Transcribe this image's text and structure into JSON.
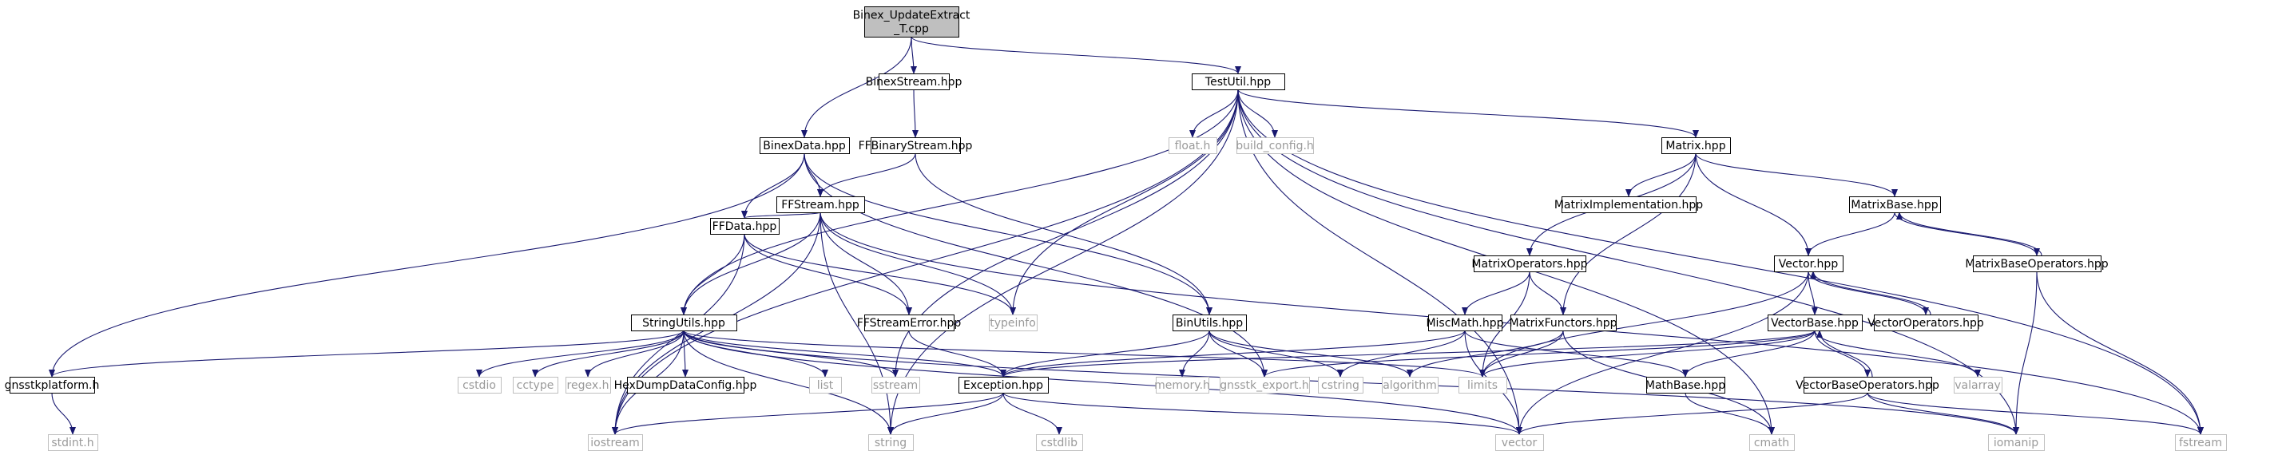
{
  "diagram": {
    "colors": {
      "edge": "#191970",
      "root_fill": "#bfbfbf",
      "node_border": "#000000",
      "system_border": "#bfbfbf",
      "system_text": "#9a9a9a"
    },
    "nodes": [
      {
        "id": "root",
        "label": [
          "Binex_UpdateExtract",
          "_T.cpp"
        ],
        "kind": "root"
      },
      {
        "id": "binexstream",
        "label": [
          "BinexStream.hpp"
        ],
        "kind": "local"
      },
      {
        "id": "testutil",
        "label": [
          "TestUtil.hpp"
        ],
        "kind": "local"
      },
      {
        "id": "binexdata",
        "label": [
          "BinexData.hpp"
        ],
        "kind": "local"
      },
      {
        "id": "ffbinarystream",
        "label": [
          "FFBinaryStream.hpp"
        ],
        "kind": "local"
      },
      {
        "id": "ffstream",
        "label": [
          "FFStream.hpp"
        ],
        "kind": "local"
      },
      {
        "id": "ffdata",
        "label": [
          "FFData.hpp"
        ],
        "kind": "local"
      },
      {
        "id": "stringutils",
        "label": [
          "StringUtils.hpp"
        ],
        "kind": "local"
      },
      {
        "id": "ffstreamerror",
        "label": [
          "FFStreamError.hpp"
        ],
        "kind": "local"
      },
      {
        "id": "typeinfo",
        "label": [
          "typeinfo"
        ],
        "kind": "system"
      },
      {
        "id": "binutils",
        "label": [
          "BinUtils.hpp"
        ],
        "kind": "local"
      },
      {
        "id": "float",
        "label": [
          "float.h"
        ],
        "kind": "system"
      },
      {
        "id": "buildconfig",
        "label": [
          "build_config.h"
        ],
        "kind": "system"
      },
      {
        "id": "matrix",
        "label": [
          "Matrix.hpp"
        ],
        "kind": "local"
      },
      {
        "id": "matriximpl",
        "label": [
          "MatrixImplementation.hpp"
        ],
        "kind": "local"
      },
      {
        "id": "matrixbase",
        "label": [
          "MatrixBase.hpp"
        ],
        "kind": "local"
      },
      {
        "id": "matrixops",
        "label": [
          "MatrixOperators.hpp"
        ],
        "kind": "local"
      },
      {
        "id": "vector",
        "label": [
          "Vector.hpp"
        ],
        "kind": "local"
      },
      {
        "id": "matrixbaseops",
        "label": [
          "MatrixBaseOperators.hpp"
        ],
        "kind": "local"
      },
      {
        "id": "miscmath",
        "label": [
          "MiscMath.hpp"
        ],
        "kind": "local"
      },
      {
        "id": "matrixfunctors",
        "label": [
          "MatrixFunctors.hpp"
        ],
        "kind": "local"
      },
      {
        "id": "vectorbase",
        "label": [
          "VectorBase.hpp"
        ],
        "kind": "local"
      },
      {
        "id": "vectorops",
        "label": [
          "VectorOperators.hpp"
        ],
        "kind": "local"
      },
      {
        "id": "gnsstkplatform",
        "label": [
          "gnsstkplatform.h"
        ],
        "kind": "local"
      },
      {
        "id": "cstdio",
        "label": [
          "cstdio"
        ],
        "kind": "system"
      },
      {
        "id": "cctype",
        "label": [
          "cctype"
        ],
        "kind": "system"
      },
      {
        "id": "regex",
        "label": [
          "regex.h"
        ],
        "kind": "system"
      },
      {
        "id": "hexdump",
        "label": [
          "HexDumpDataConfig.hpp"
        ],
        "kind": "local"
      },
      {
        "id": "list",
        "label": [
          "list"
        ],
        "kind": "system"
      },
      {
        "id": "sstream",
        "label": [
          "sstream"
        ],
        "kind": "system"
      },
      {
        "id": "exception",
        "label": [
          "Exception.hpp"
        ],
        "kind": "local"
      },
      {
        "id": "memory",
        "label": [
          "memory.h"
        ],
        "kind": "system"
      },
      {
        "id": "gnsstkexport",
        "label": [
          "gnsstk_export.h"
        ],
        "kind": "system"
      },
      {
        "id": "cstring",
        "label": [
          "cstring"
        ],
        "kind": "system"
      },
      {
        "id": "algorithm",
        "label": [
          "algorithm"
        ],
        "kind": "system"
      },
      {
        "id": "limits",
        "label": [
          "limits"
        ],
        "kind": "system"
      },
      {
        "id": "mathbase",
        "label": [
          "MathBase.hpp"
        ],
        "kind": "local"
      },
      {
        "id": "vectorbaseops",
        "label": [
          "VectorBaseOperators.hpp"
        ],
        "kind": "local"
      },
      {
        "id": "valarray",
        "label": [
          "valarray"
        ],
        "kind": "system"
      },
      {
        "id": "stdint",
        "label": [
          "stdint.h"
        ],
        "kind": "system"
      },
      {
        "id": "iostream",
        "label": [
          "iostream"
        ],
        "kind": "system"
      },
      {
        "id": "string",
        "label": [
          "string"
        ],
        "kind": "system"
      },
      {
        "id": "cstdlib",
        "label": [
          "cstdlib"
        ],
        "kind": "system"
      },
      {
        "id": "vectorstd",
        "label": [
          "vector"
        ],
        "kind": "system"
      },
      {
        "id": "cmath",
        "label": [
          "cmath"
        ],
        "kind": "system"
      },
      {
        "id": "iomanip",
        "label": [
          "iomanip"
        ],
        "kind": "system"
      },
      {
        "id": "fstream",
        "label": [
          "fstream"
        ],
        "kind": "system"
      }
    ],
    "edges": [
      [
        "root",
        "binexstream"
      ],
      [
        "root",
        "testutil"
      ],
      [
        "root",
        "binexdata"
      ],
      [
        "binexstream",
        "ffbinarystream"
      ],
      [
        "ffbinarystream",
        "ffstream"
      ],
      [
        "ffbinarystream",
        "binutils"
      ],
      [
        "binexdata",
        "ffstream"
      ],
      [
        "binexdata",
        "ffdata"
      ],
      [
        "binexdata",
        "binutils"
      ],
      [
        "binexdata",
        "gnsstkplatform"
      ],
      [
        "binexdata",
        "gnsstkexport"
      ],
      [
        "testutil",
        "stringutils"
      ],
      [
        "testutil",
        "typeinfo"
      ],
      [
        "testutil",
        "float"
      ],
      [
        "testutil",
        "buildconfig"
      ],
      [
        "testutil",
        "matrix"
      ],
      [
        "testutil",
        "iostream"
      ],
      [
        "testutil",
        "sstream"
      ],
      [
        "testutil",
        "string"
      ],
      [
        "testutil",
        "vectorstd"
      ],
      [
        "testutil",
        "cmath"
      ],
      [
        "testutil",
        "iomanip"
      ],
      [
        "testutil",
        "fstream"
      ],
      [
        "ffstream",
        "ffdata"
      ],
      [
        "ffstream",
        "stringutils"
      ],
      [
        "ffstream",
        "ffstreamerror"
      ],
      [
        "ffstream",
        "typeinfo"
      ],
      [
        "ffstream",
        "iostream"
      ],
      [
        "ffstream",
        "string"
      ],
      [
        "ffstream",
        "fstream"
      ],
      [
        "ffdata",
        "stringutils"
      ],
      [
        "ffdata",
        "ffstreamerror"
      ],
      [
        "ffdata",
        "typeinfo"
      ],
      [
        "ffdata",
        "iostream"
      ],
      [
        "ffstreamerror",
        "exception"
      ],
      [
        "stringutils",
        "gnsstkplatform"
      ],
      [
        "stringutils",
        "cstdio"
      ],
      [
        "stringutils",
        "cctype"
      ],
      [
        "stringutils",
        "regex"
      ],
      [
        "stringutils",
        "hexdump"
      ],
      [
        "stringutils",
        "list"
      ],
      [
        "stringutils",
        "sstream"
      ],
      [
        "stringutils",
        "exception"
      ],
      [
        "stringutils",
        "iostream"
      ],
      [
        "stringutils",
        "string"
      ],
      [
        "stringutils",
        "vectorstd"
      ],
      [
        "stringutils",
        "limits"
      ],
      [
        "stringutils",
        "iomanip"
      ],
      [
        "binutils",
        "exception"
      ],
      [
        "binutils",
        "memory"
      ],
      [
        "binutils",
        "gnsstkexport"
      ],
      [
        "binutils",
        "cstring"
      ],
      [
        "binutils",
        "algorithm"
      ],
      [
        "matrix",
        "matriximpl"
      ],
      [
        "matrix",
        "matrixbase"
      ],
      [
        "matrix",
        "matrixops"
      ],
      [
        "matrix",
        "vector"
      ],
      [
        "matrix",
        "matrixfunctors"
      ],
      [
        "matrixbase",
        "vector"
      ],
      [
        "matrixbase",
        "matrixbaseops"
      ],
      [
        "matrixbaseops",
        "matrixbase"
      ],
      [
        "matrixbaseops",
        "iomanip"
      ],
      [
        "matrixbaseops",
        "fstream"
      ],
      [
        "matrixops",
        "miscmath"
      ],
      [
        "matrixops",
        "matrixfunctors"
      ],
      [
        "matrixops",
        "limits"
      ],
      [
        "miscmath",
        "exception"
      ],
      [
        "miscmath",
        "cstring"
      ],
      [
        "miscmath",
        "vectorstd"
      ],
      [
        "miscmath",
        "mathbase"
      ],
      [
        "matrixfunctors",
        "limits"
      ],
      [
        "matrixfunctors",
        "cmath"
      ],
      [
        "matrixfunctors",
        "algorithm"
      ],
      [
        "vector",
        "vectorbase"
      ],
      [
        "vector",
        "vectorops"
      ],
      [
        "vector",
        "limits"
      ],
      [
        "vector",
        "vectorstd"
      ],
      [
        "vectorops",
        "vector"
      ],
      [
        "vectorbase",
        "exception"
      ],
      [
        "vectorbase",
        "gnsstkexport"
      ],
      [
        "vectorbase",
        "mathbase"
      ],
      [
        "vectorbase",
        "vectorbaseops"
      ],
      [
        "vectorbase",
        "valarray"
      ],
      [
        "vectorbase",
        "limits"
      ],
      [
        "vectorbaseops",
        "vectorbase"
      ],
      [
        "vectorbaseops",
        "vectorstd"
      ],
      [
        "vectorbaseops",
        "iomanip"
      ],
      [
        "vectorbaseops",
        "fstream"
      ],
      [
        "mathbase",
        "cmath"
      ],
      [
        "gnsstkplatform",
        "stdint"
      ],
      [
        "exception",
        "iostream"
      ],
      [
        "exception",
        "string"
      ],
      [
        "exception",
        "cstdlib"
      ],
      [
        "exception",
        "vectorstd"
      ]
    ]
  }
}
